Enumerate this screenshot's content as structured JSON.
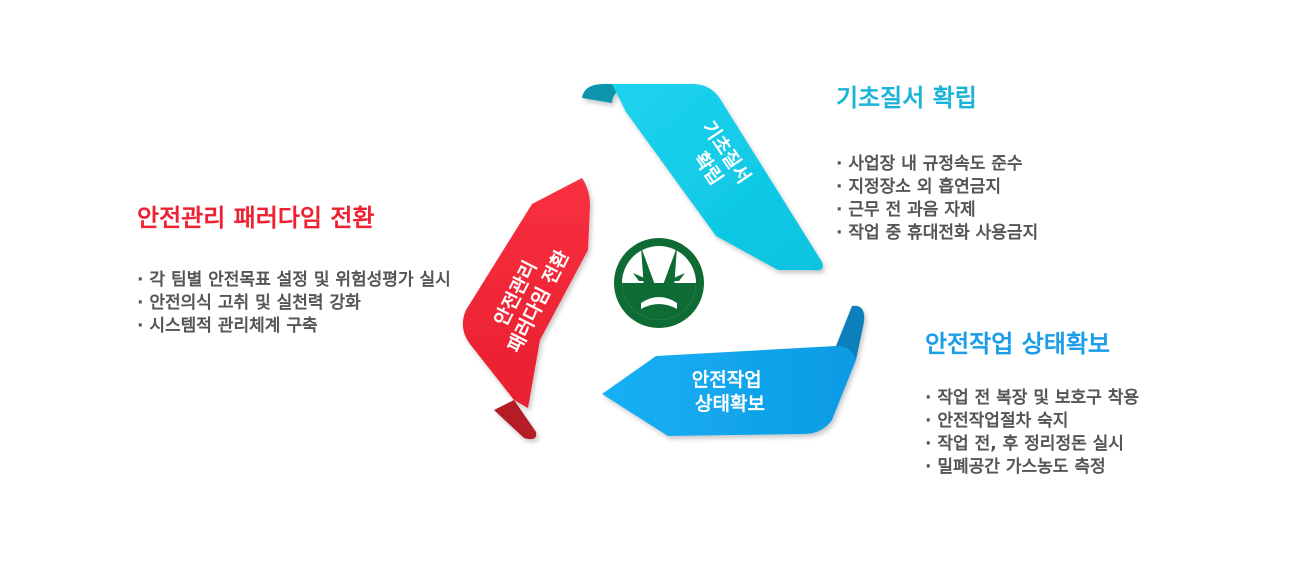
{
  "diagram": {
    "segments": [
      {
        "id": "cyan",
        "ribbon_lines": [
          "기초질서",
          "확립"
        ],
        "title": "기초질서 확립",
        "items": [
          "사업장 내 규정속도 준수",
          "지정장소 외 흡연금지",
          "근무 전 과음 자제",
          "작업 중 휴대전화 사용금지"
        ],
        "color": "#0ecbe6"
      },
      {
        "id": "blue",
        "ribbon_lines": [
          "안전작업",
          "상태확보"
        ],
        "title": "안전작업 상태확보",
        "items": [
          "작업 전 복장 및 보호구 착용",
          "안전작업절차  숙지",
          "작업 전, 후 정리정돈 실시",
          "밀폐공간 가스농도 측정"
        ],
        "color": "#14a8ee"
      },
      {
        "id": "red",
        "ribbon_lines": [
          "안전관리",
          "패러다임 전환"
        ],
        "title": "안전관리 패러다임 전환",
        "items": [
          "각 팀별 안전목표 설정 및 위험성평가 실시",
          "안전의식 고취 및 실천력 강화",
          "시스템적 관리체계 구축"
        ],
        "color": "#f42a3a"
      }
    ],
    "center_logo": {
      "icon": "company-logo-icon",
      "color": "#0f6b34"
    }
  }
}
